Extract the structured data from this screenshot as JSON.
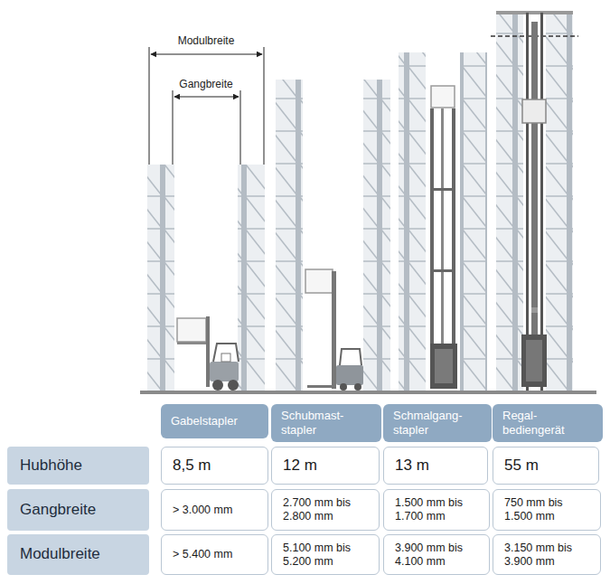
{
  "diagram": {
    "nodes": [
      {
        "text": [
          "Gabelstapler"
        ]
      },
      {
        "text": [
          "Schubmast- stapler"
        ]
      },
      {
        "text": [
          "Schmalgang- stapler"
        ]
      },
      {
        "text": [
          "Regal- bediengerät"
        ]
      },
      {
        "text": [
          "Hubhöhe"
        ]
      },
      {
        "text": [
          "8,5 m"
        ]
      },
      {
        "text": [
          "12 m"
        ]
      },
      {
        "text": [
          "13 m"
        ]
      },
      {
        "text": [
          "55 m"
        ]
      },
      {
        "text": [
          "Gangbreite"
        ]
      },
      {
        "text": [
          "> 3.000 mm"
        ]
      },
      {
        "text": [
          "2.700 mm bis 2.800 mm"
        ]
      },
      {
        "text": [
          "1.500 mm bis 1.700 mm"
        ]
      },
      {
        "text": [
          "750 mm bis 1.500 mm"
        ]
      },
      {
        "text": [
          "Modulbreite"
        ]
      },
      {
        "text": [
          "> 5.400 mm"
        ]
      },
      {
        "text": [
          "5.100 mm bis 5.200 mm"
        ]
      },
      {
        "text": [
          "3.900 mm bis 4.100 mm"
        ]
      },
      {
        "text": [
          "3.150 mm bis 3.900 mm"
        ]
      }
    ],
    "labels": [
      "Modulbreite",
      "Gangbreite"
    ]
  }
}
